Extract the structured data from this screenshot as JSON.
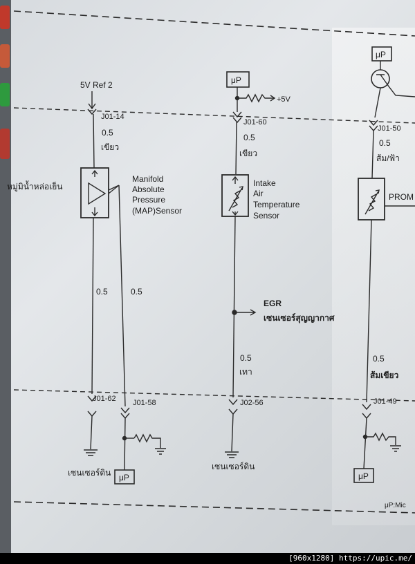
{
  "diagram": {
    "map_circuit": {
      "ref_label": "5V Ref 2",
      "top_connector": "J01-14",
      "top_wire_size": "0.5",
      "top_wire_color": "เขียว",
      "sensor_side_label": "หมู่มิน้ำหล่อเย็น",
      "sensor_name": [
        "Manifold",
        "Absolute",
        "Pressure",
        "(MAP)Sensor"
      ],
      "left_wire_size": "0.5",
      "right_wire_size": "0.5",
      "bottom_connector_left": "J01-62",
      "bottom_connector_right": "J01-58",
      "ground_label": "เซนเซอร์ดิน",
      "module_label": "μP"
    },
    "iat_circuit": {
      "module_label": "μP",
      "supply_label": "+5V",
      "top_connector": "J01-60",
      "top_wire_size": "0.5",
      "top_wire_color": "เขียว",
      "sensor_name": [
        "Intake",
        "Air",
        "Temperature",
        "Sensor"
      ],
      "branch_label": "EGR",
      "branch_sublabel": "เซนเซอร์สุญญากาศ",
      "bottom_wire_size": "0.5",
      "bottom_wire_color": "เทา",
      "bottom_connector": "J02-56",
      "ground_label": "เซนเซอร์ดิน"
    },
    "prom_circuit": {
      "module_label": "μP",
      "top_connector": "J01-50",
      "top_wire_size": "0.5",
      "top_wire_color": "ส้ม/ฟ้า",
      "sensor_name": "PROM",
      "bottom_wire_size": "0.5",
      "bottom_wire_color": "ส้มเขียว",
      "bottom_connector": "J01-49",
      "bottom_module_label": "μP",
      "legend_note": "μP:Mic"
    }
  },
  "footer": {
    "credit": "[960x1280] https://upic.me/"
  },
  "colors": {
    "line": "#2a2a2a",
    "screen": "#dcdfe2",
    "sidebar": "#5a5e63"
  }
}
